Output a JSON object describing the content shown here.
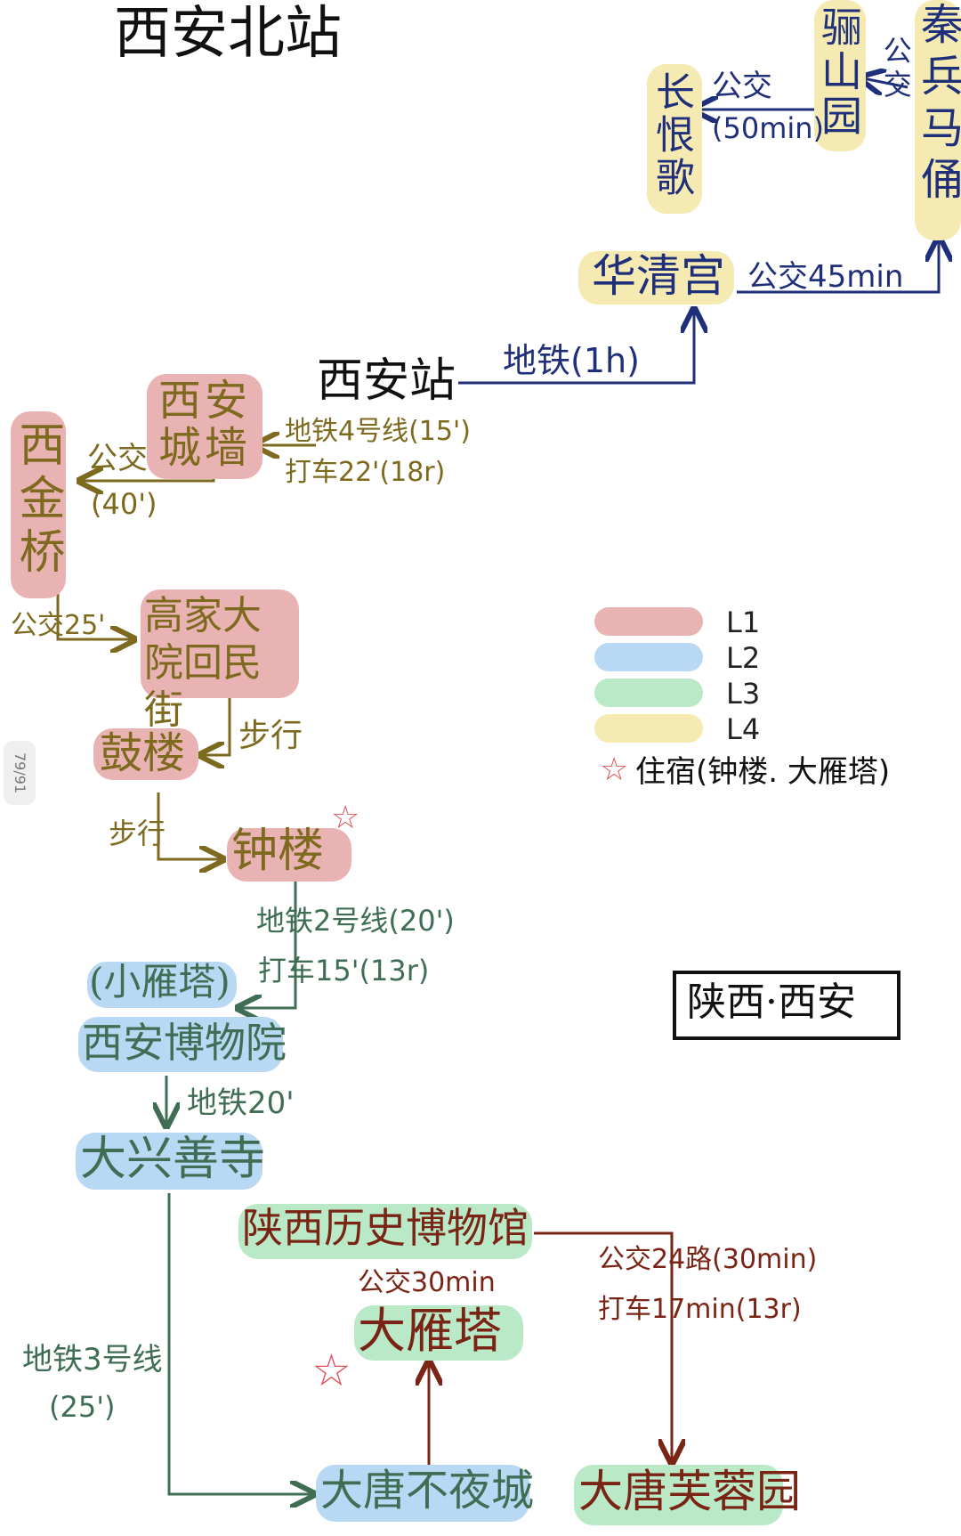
{
  "title": "西安北站",
  "stamp": "陕西·西安",
  "page_indicator": "79/91",
  "colors": {
    "L1": "#e9b3b3",
    "L2": "#b8d8f3",
    "L3": "#b9e9c6",
    "L4": "#f5eab1",
    "red_ink": "#7a2415",
    "olive_ink": "#7d6a1f",
    "navy_ink": "#1f2f7a",
    "green_ink": "#3f6e55",
    "star": "#e0505a"
  },
  "legend": {
    "items": [
      {
        "label": "L1",
        "color": "#e9b3b3"
      },
      {
        "label": "L2",
        "color": "#b8d8f3"
      },
      {
        "label": "L3",
        "color": "#b9e9c6"
      },
      {
        "label": "L4",
        "color": "#f5eab1"
      }
    ],
    "star_note": "住宿(钟楼. 大雁塔)",
    "star_icon": "star-icon"
  },
  "nodes": {
    "changhenge": "长恨歌",
    "lishanyuan": "骊山园",
    "terracotta": "秦兵马俑",
    "huaqing": "华清宫",
    "xian_station": "西安站",
    "city_wall": "西安城墙",
    "xijinqiao": "西金桥",
    "gaojia": "高家大院回民街",
    "drum_tower": "鼓楼",
    "bell_tower": "钟楼",
    "small_goose": "(小雁塔)",
    "xian_museum": "西安博物院",
    "daxingshan": "大兴善寺",
    "shaanxi_museum": "陕西历史博物馆",
    "big_goose": "大雁塔",
    "datang_city": "大唐不夜城",
    "datang_furong": "大唐芙蓉园"
  },
  "edges": {
    "lishan_to_changhen": [
      "公交",
      "(50min)"
    ],
    "terracotta_to_lishan": "公交",
    "huaqing_to_terracotta": "公交45min",
    "station_to_huaqing": "地铁(1h)",
    "station_to_wall": [
      "地铁4号线(15')",
      "打车22'(18r)"
    ],
    "wall_to_xijin": [
      "公交",
      "(40')"
    ],
    "xijin_to_gaojia": "公交25'",
    "gaojia_to_drum": "步行",
    "drum_to_bell": "步行",
    "bell_to_museum": [
      "地铁2号线(20')",
      "打车15'(13r)"
    ],
    "museum_to_daxing": "地铁20'",
    "daxing_to_datang": [
      "地铁3号线",
      "(25')"
    ],
    "shaanxi_to_goose": "公交30min",
    "shaanxi_to_furong": [
      "公交24路(30min)",
      "打车17min(13r)"
    ]
  }
}
